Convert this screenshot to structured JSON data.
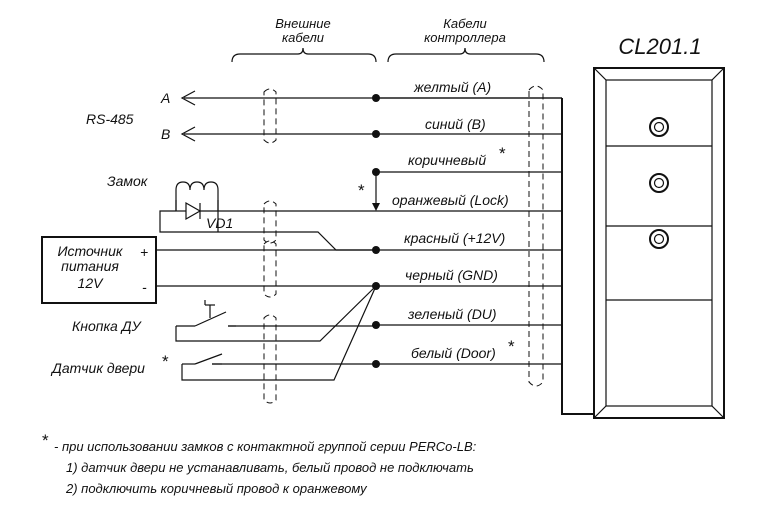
{
  "header": {
    "external_line1": "Внешние",
    "external_line2": "кабели",
    "controller_line1": "Кабели",
    "controller_line2": "контроллера",
    "device_title": "CL201.1"
  },
  "left": {
    "rs485": "RS-485",
    "line_a": "A",
    "line_b": "B",
    "lock": "Замок",
    "diode": "VD1",
    "psu_line1": "Источник",
    "psu_line2": "питания",
    "psu_line3": "12V",
    "plus": "+",
    "minus": "-",
    "button": "Кнопка ДУ",
    "door_sensor": "Датчик двери",
    "asterisk": "*"
  },
  "wires": [
    {
      "label": "желтый (A)"
    },
    {
      "label": "синий (B)"
    },
    {
      "label": "коричневый",
      "star": "*"
    },
    {
      "label": "оранжевый (Lock)"
    },
    {
      "label": "красный (+12V)"
    },
    {
      "label": "черный (GND)"
    },
    {
      "label": "зеленый (DU)"
    },
    {
      "label": "белый (Door)",
      "star": "*"
    }
  ],
  "footnote": {
    "star": "*",
    "line1": "- при использовании замков с контактной группой серии PERCo-LB:",
    "line2": "1) датчик двери не устанавливать, белый провод не подключать",
    "line3": "2) подключить коричневый провод к оранжевому"
  }
}
